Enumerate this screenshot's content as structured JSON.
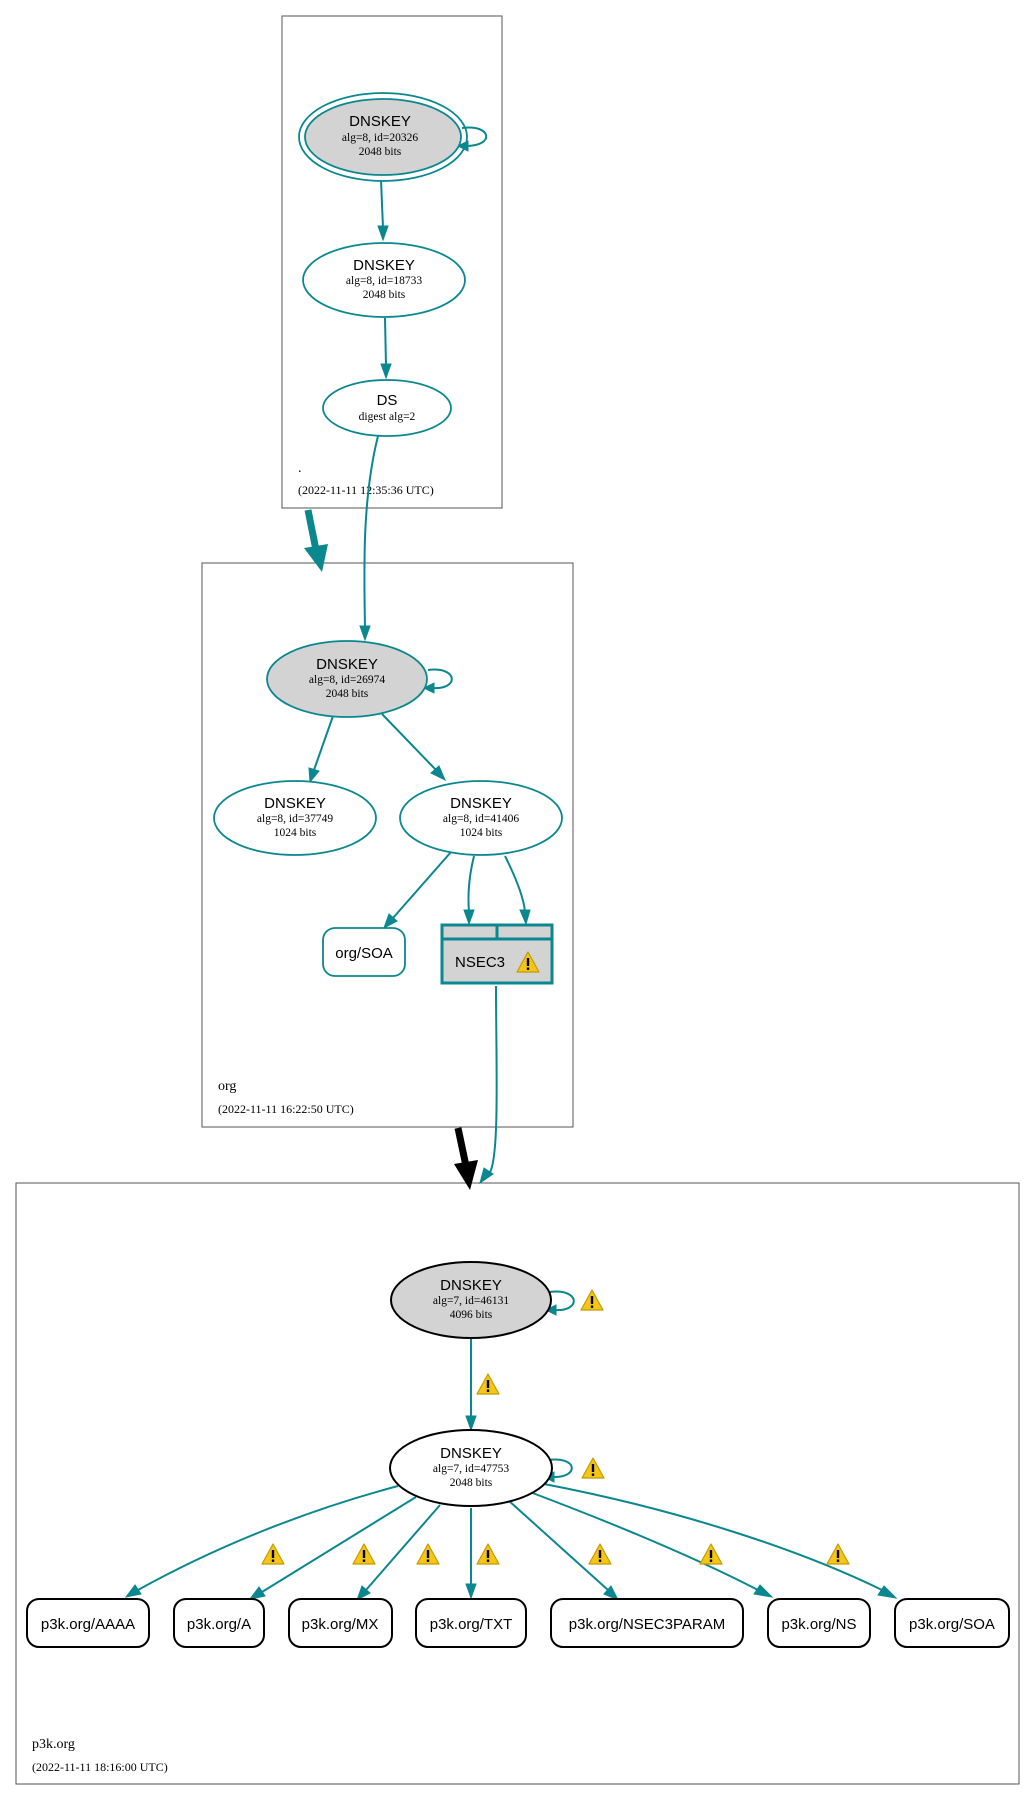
{
  "zones": {
    "root": {
      "name": ".",
      "time": "(2022-11-11 12:35:36 UTC)"
    },
    "org": {
      "name": "org",
      "time": "(2022-11-11 16:22:50 UTC)"
    },
    "p3k": {
      "name": "p3k.org",
      "time": "(2022-11-11 18:16:00 UTC)"
    }
  },
  "nodes": {
    "root_ksk": {
      "title": "DNSKEY",
      "line1": "alg=8, id=20326",
      "line2": "2048 bits"
    },
    "root_zsk": {
      "title": "DNSKEY",
      "line1": "alg=8, id=18733",
      "line2": "2048 bits"
    },
    "org_ds": {
      "title": "DS",
      "line1": "digest alg=2"
    },
    "org_ksk": {
      "title": "DNSKEY",
      "line1": "alg=8, id=26974",
      "line2": "2048 bits"
    },
    "org_zsk1": {
      "title": "DNSKEY",
      "line1": "alg=8, id=37749",
      "line2": "1024 bits"
    },
    "org_zsk2": {
      "title": "DNSKEY",
      "line1": "alg=8, id=41406",
      "line2": "1024 bits"
    },
    "org_soa": {
      "title": "org/SOA"
    },
    "org_nsec3": {
      "title": "NSEC3"
    },
    "p3k_ksk": {
      "title": "DNSKEY",
      "line1": "alg=7, id=46131",
      "line2": "4096 bits"
    },
    "p3k_zsk": {
      "title": "DNSKEY",
      "line1": "alg=7, id=47753",
      "line2": "2048 bits"
    }
  },
  "rrsets": [
    "p3k.org/AAAA",
    "p3k.org/A",
    "p3k.org/MX",
    "p3k.org/TXT",
    "p3k.org/NSEC3PARAM",
    "p3k.org/NS",
    "p3k.org/SOA"
  ],
  "colors": {
    "edge": "#0a878f",
    "node_fill": "#d3d3d3",
    "warning": "#f5c518",
    "delegation_root": "#0a878f",
    "delegation_org": "#000000"
  }
}
